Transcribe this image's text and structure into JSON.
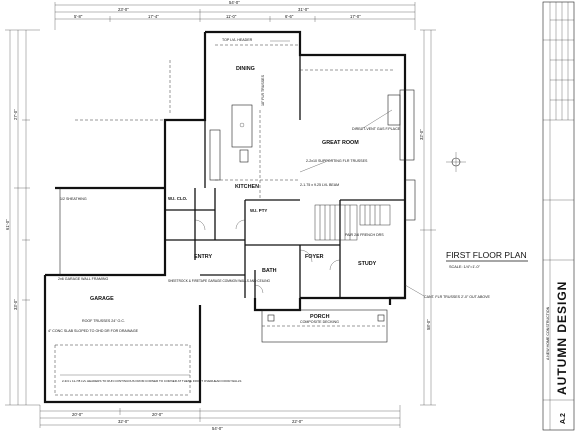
{
  "plan_title": "FIRST FLOOR PLAN",
  "scale": "SCALE: 1/4\"=1'-0\"",
  "brand": "AUTUMN DESIGN",
  "brand_sub": "A NEW HOME CONSTRUCTION",
  "sheet_id": "A.2",
  "rooms": {
    "dining": "DINING",
    "great_room": "GREAT ROOM",
    "kitchen": "KITCHEN",
    "garage": "GARAGE",
    "foyer": "FOYER",
    "study": "STUDY",
    "bath": "BATH",
    "entry": "ENTRY",
    "porch": "PORCH",
    "wic": "W.I. CLO.",
    "pantry": "W.I. PTY"
  },
  "dims": {
    "top_overall": "54'-0\"",
    "top_left": "23'-0\"",
    "top_right": "31'-0\"",
    "top_a": "5'-8\"",
    "top_b": "17'-4\"",
    "top_c": "11'-0\"",
    "top_d": "6'-6\"",
    "top_e": "17'-0\"",
    "left_overall": "61'-0\"",
    "left_a": "27'-0\"",
    "left_b": "33'-0\"",
    "right_a": "32'-0\"",
    "right_b": "58'-0\"",
    "bot_overall": "54'-0\"",
    "bot_left": "32'-0\"",
    "bot_right": "22'-0\"",
    "bot_a": "20'-0\"",
    "bot_b": "20'-0\""
  },
  "notes": {
    "n1": "TOP LVL HEADER",
    "n2": "18\" FLR TRUSSES",
    "n3": "2-2x10 SUPPORTING FLR TRUSSES",
    "n4": "ROOF TRUSSES 24\" O.C.",
    "n5": "4\" CONC SLAB SLOPED TO OHD DR FOR DRAINAGE",
    "n6": "2-3/4 x 11-7/8 LVL HEADERS TO RUN CONTINUOUS FROM CORNER TO CORNER AT THESE FRONT OVERHEAD DOOR WALLS",
    "n7": "COMPOSITE DECKING",
    "n8": "SHEETROCK & FIRETAPE GARAGE COMMON WALLS AND CEILING",
    "n9": "DIRECT-VENT GAS F.PLACE",
    "n10": "PAIR 2/6 FRENCH DRS",
    "n11": "CANT. FLR TRUSSES 2'-0\" OUT ABOVE",
    "n12": "2x6 GARAGE WALL FRAMING",
    "n13": "2-1.75 x 9.25 LVL BEAM",
    "n14": "1/2 SHEATHING"
  }
}
